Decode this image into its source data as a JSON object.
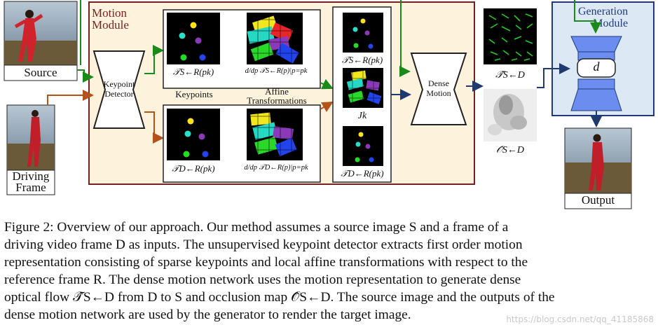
{
  "diagram": {
    "motion_module_title_line1": "Motion",
    "motion_module_title_line2": "Module",
    "generation_module_title_line1": "Generation",
    "generation_module_title_line2": "Module",
    "source_label": "Source",
    "driving_label_line1": "Driving",
    "driving_label_line2": "Frame",
    "keypoint_detector_line1": "Keypoint",
    "keypoint_detector_line2": "Detector",
    "keypoints_label": "Keypoints",
    "affine_label_line1": "Affine",
    "affine_label_line2": "Transformations",
    "dense_motion_line1": "Dense",
    "dense_motion_line2": "Motion",
    "t_s_r": "𝒯S←R(pk)",
    "t_d_r": "𝒯D←R(pk)",
    "deriv_s": "d/dp 𝒯S←R(p)|p=pk",
    "deriv_d": "d/dp 𝒯D←R(p)|p=pk",
    "jk": "Jk",
    "t_s_r_right": "𝒯S←R(pk)",
    "t_d_r_right": "𝒯D←R(pk)",
    "flow_label": "𝒯̂S←D",
    "occlusion_label": "𝒪̂S←D",
    "d_label": "d",
    "output_label": "Output",
    "colors": {
      "motion_module_bg": "#fdf3dc",
      "motion_module_border": "#7a1f1f",
      "motion_title": "#7a1f1f",
      "generation_bg": "#dce9f5",
      "generation_border": "#1f3a7a",
      "generation_title": "#1f3a7a",
      "arrow_green": "#1a8a1a",
      "arrow_orange": "#b5521b",
      "arrow_navy": "#1f3a6e",
      "decoder_blue": "#6b8df0"
    }
  },
  "caption": {
    "line1": "Figure 2: Overview of our approach. Our method assumes a source image S and a frame of a",
    "line2": "driving video frame D as inputs. The unsupervised keypoint detector extracts first order motion",
    "line3": "representation consisting of sparse keypoints and local affine transformations with respect to the",
    "line4": "reference frame R. The dense motion network uses the motion representation to generate dense",
    "line5": "optical flow 𝒯̂S←D from D to S and occlusion map 𝒪̂S←D. The source image and the outputs of the",
    "line6": "dense motion network are used by the generator to render the target image."
  },
  "watermark": "https://blog.csdn.net/qq_41185868"
}
